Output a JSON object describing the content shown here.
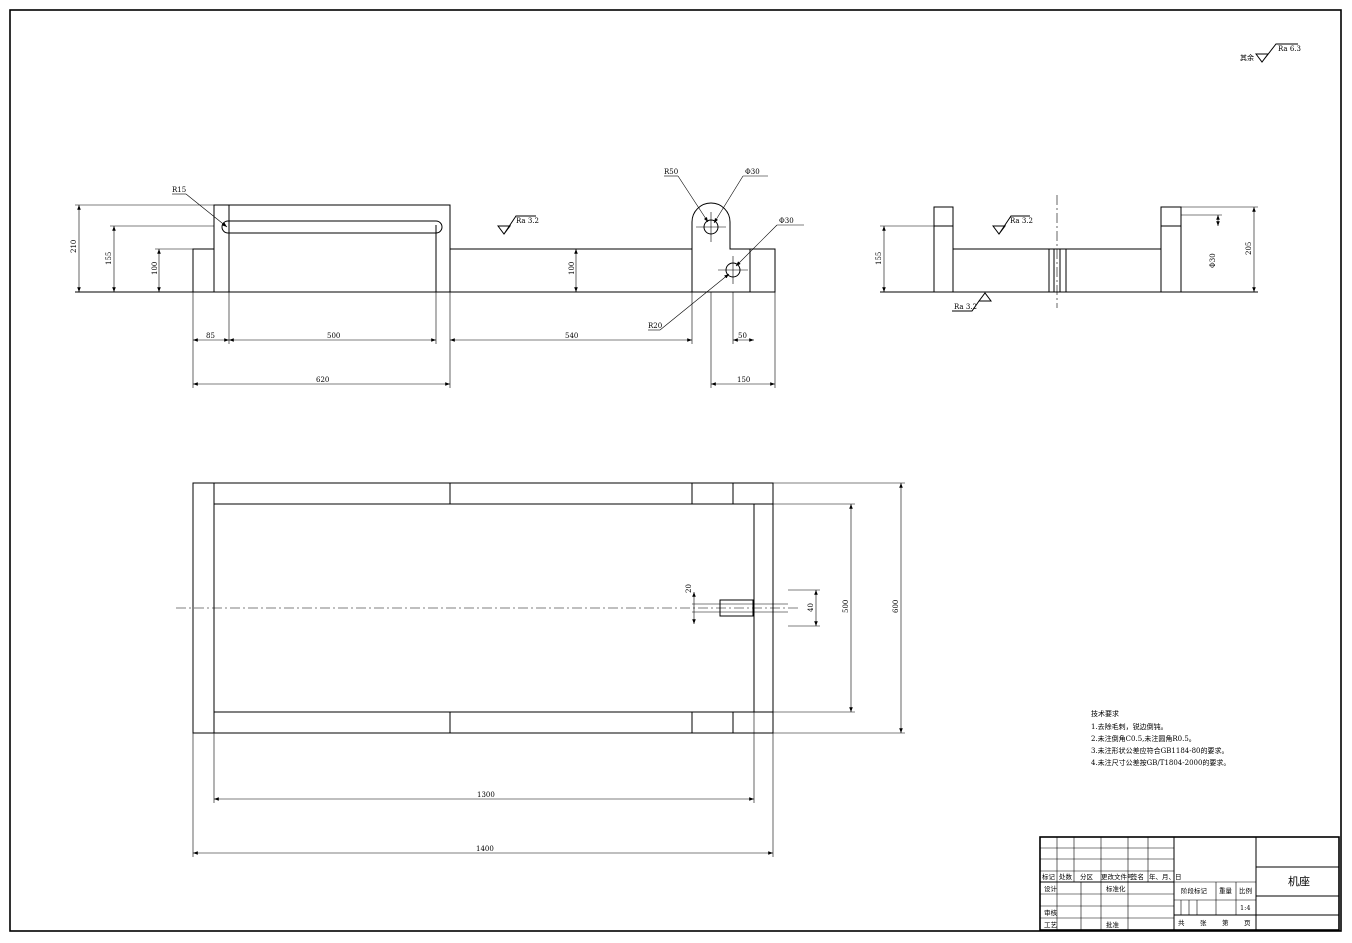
{
  "roughness": {
    "general_prefix": "其余",
    "general_value": "Ra 6.3",
    "front_top": "Ra 3.2",
    "side_top": "Ra 3.2",
    "side_bottom": "Ra 3.2"
  },
  "front_view": {
    "radius_labels": {
      "slot": "R15",
      "lug": "R50",
      "hole": "R20"
    },
    "hole_labels": {
      "upper": "Φ30",
      "lower": "Φ30"
    },
    "dims": {
      "h210": "210",
      "h155": "155",
      "h100": "100",
      "h100b": "100",
      "w85": "85",
      "w500": "500",
      "w540": "540",
      "w50": "50",
      "w620": "620",
      "w150": "150"
    }
  },
  "side_view": {
    "dims": {
      "h155": "155",
      "h205": "205",
      "dia": "Φ30"
    }
  },
  "top_view": {
    "dims": {
      "w1300": "1300",
      "w1400": "1400",
      "h500": "500",
      "h600": "600",
      "s20": "20",
      "s40": "40"
    }
  },
  "technical_requirements": {
    "title": "技术要求",
    "items": [
      "1.去除毛刺，锐边倒钝。",
      "2.未注倒角C0.5,未注圆角R0.5。",
      "3.未注形状公差应符合GB1184-80的要求。",
      "4.未注尺寸公差按GB/T1804-2000的要求。"
    ]
  },
  "title_block": {
    "part_name": "机座",
    "header": [
      "标记",
      "处数",
      "分区",
      "更改文件号",
      "签名",
      "年、月、日"
    ],
    "design": "设计",
    "standard": "标准化",
    "review": "审核",
    "process": "工艺",
    "approve": "批准",
    "stage_mark": "阶段标记",
    "weight": "重量",
    "scale_label": "比例",
    "scale_value": "1:4",
    "total": "共",
    "sheets": "张",
    "page": "第",
    "page_end": "页"
  }
}
